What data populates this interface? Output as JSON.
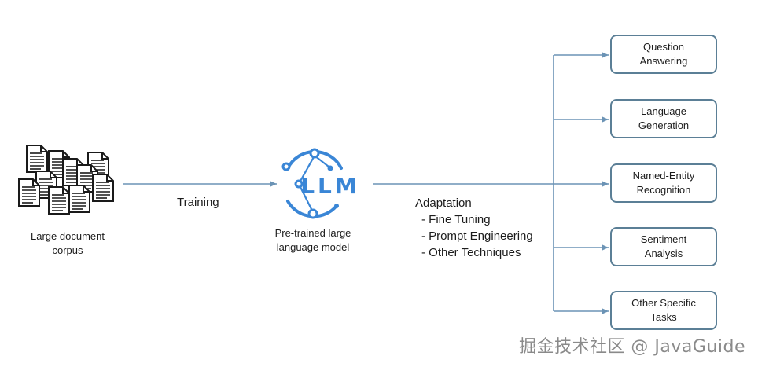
{
  "corpus": {
    "label_line1": "Large document",
    "label_line2": "corpus"
  },
  "training_label": "Training",
  "llm": {
    "logo_text": "LLM",
    "label_line1": "Pre-trained large",
    "label_line2": "language model"
  },
  "adaptation": {
    "title": "Adaptation",
    "items": [
      "- Fine Tuning",
      "- Prompt Engineering",
      "- Other Techniques"
    ]
  },
  "tasks": [
    {
      "line1": "Question",
      "line2": "Answering"
    },
    {
      "line1": "Language",
      "line2": "Generation"
    },
    {
      "line1": "Named-Entity",
      "line2": "Recognition"
    },
    {
      "line1": "Sentiment",
      "line2": "Analysis"
    },
    {
      "line1": "Other Specific",
      "line2": "Tasks"
    }
  ],
  "watermark": "掘金技术社区 @ JavaGuide",
  "colors": {
    "arrow": "#6b93b5",
    "box_border": "#5b7f96",
    "logo": "#3a86d6",
    "document": "#1a1a1a"
  }
}
